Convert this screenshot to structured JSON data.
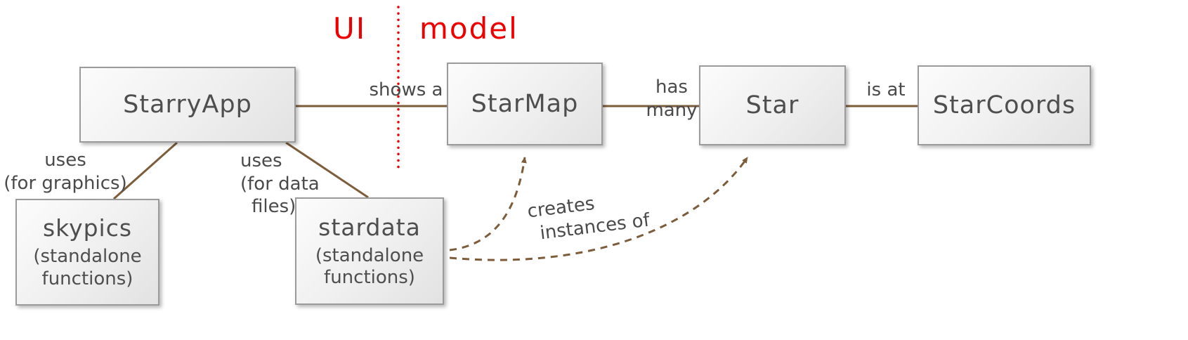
{
  "diagram": {
    "regions": {
      "ui": "UI",
      "model": "model"
    },
    "nodes": {
      "starryapp": {
        "title": "StarryApp"
      },
      "starmap": {
        "title": "StarMap"
      },
      "star": {
        "title": "Star"
      },
      "starcoords": {
        "title": "StarCoords"
      },
      "skypics": {
        "title": "skypics",
        "subtitle": "(standalone functions)"
      },
      "stardata": {
        "title": "stardata",
        "subtitle": "(standalone functions)"
      }
    },
    "edge_labels": {
      "shows_a": "shows a",
      "has": "has",
      "many": "many",
      "is_at": "is at",
      "uses_graphics_1": "uses",
      "uses_graphics_2": "(for graphics)",
      "uses_data_1": "uses",
      "uses_data_2": "(for data",
      "uses_data_3": "files)",
      "creates_1": "creates",
      "creates_2": "instances of"
    },
    "colors": {
      "edge_brown": "#7d5c3a",
      "divider_red": "#ee0000",
      "box_border": "#9b9b9b",
      "text_gray": "#4a4a4a"
    }
  }
}
